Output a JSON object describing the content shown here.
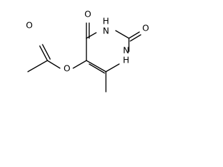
{
  "molecule": {
    "atoms": {
      "nh_top": "H",
      "n_top": "N",
      "nh_bottom": "H",
      "n_bottom": "N",
      "o_carbonyl_ring_top": "O",
      "o_carbonyl_ring_right": "O",
      "o_ester": "O",
      "o_acetyl": "O"
    }
  }
}
